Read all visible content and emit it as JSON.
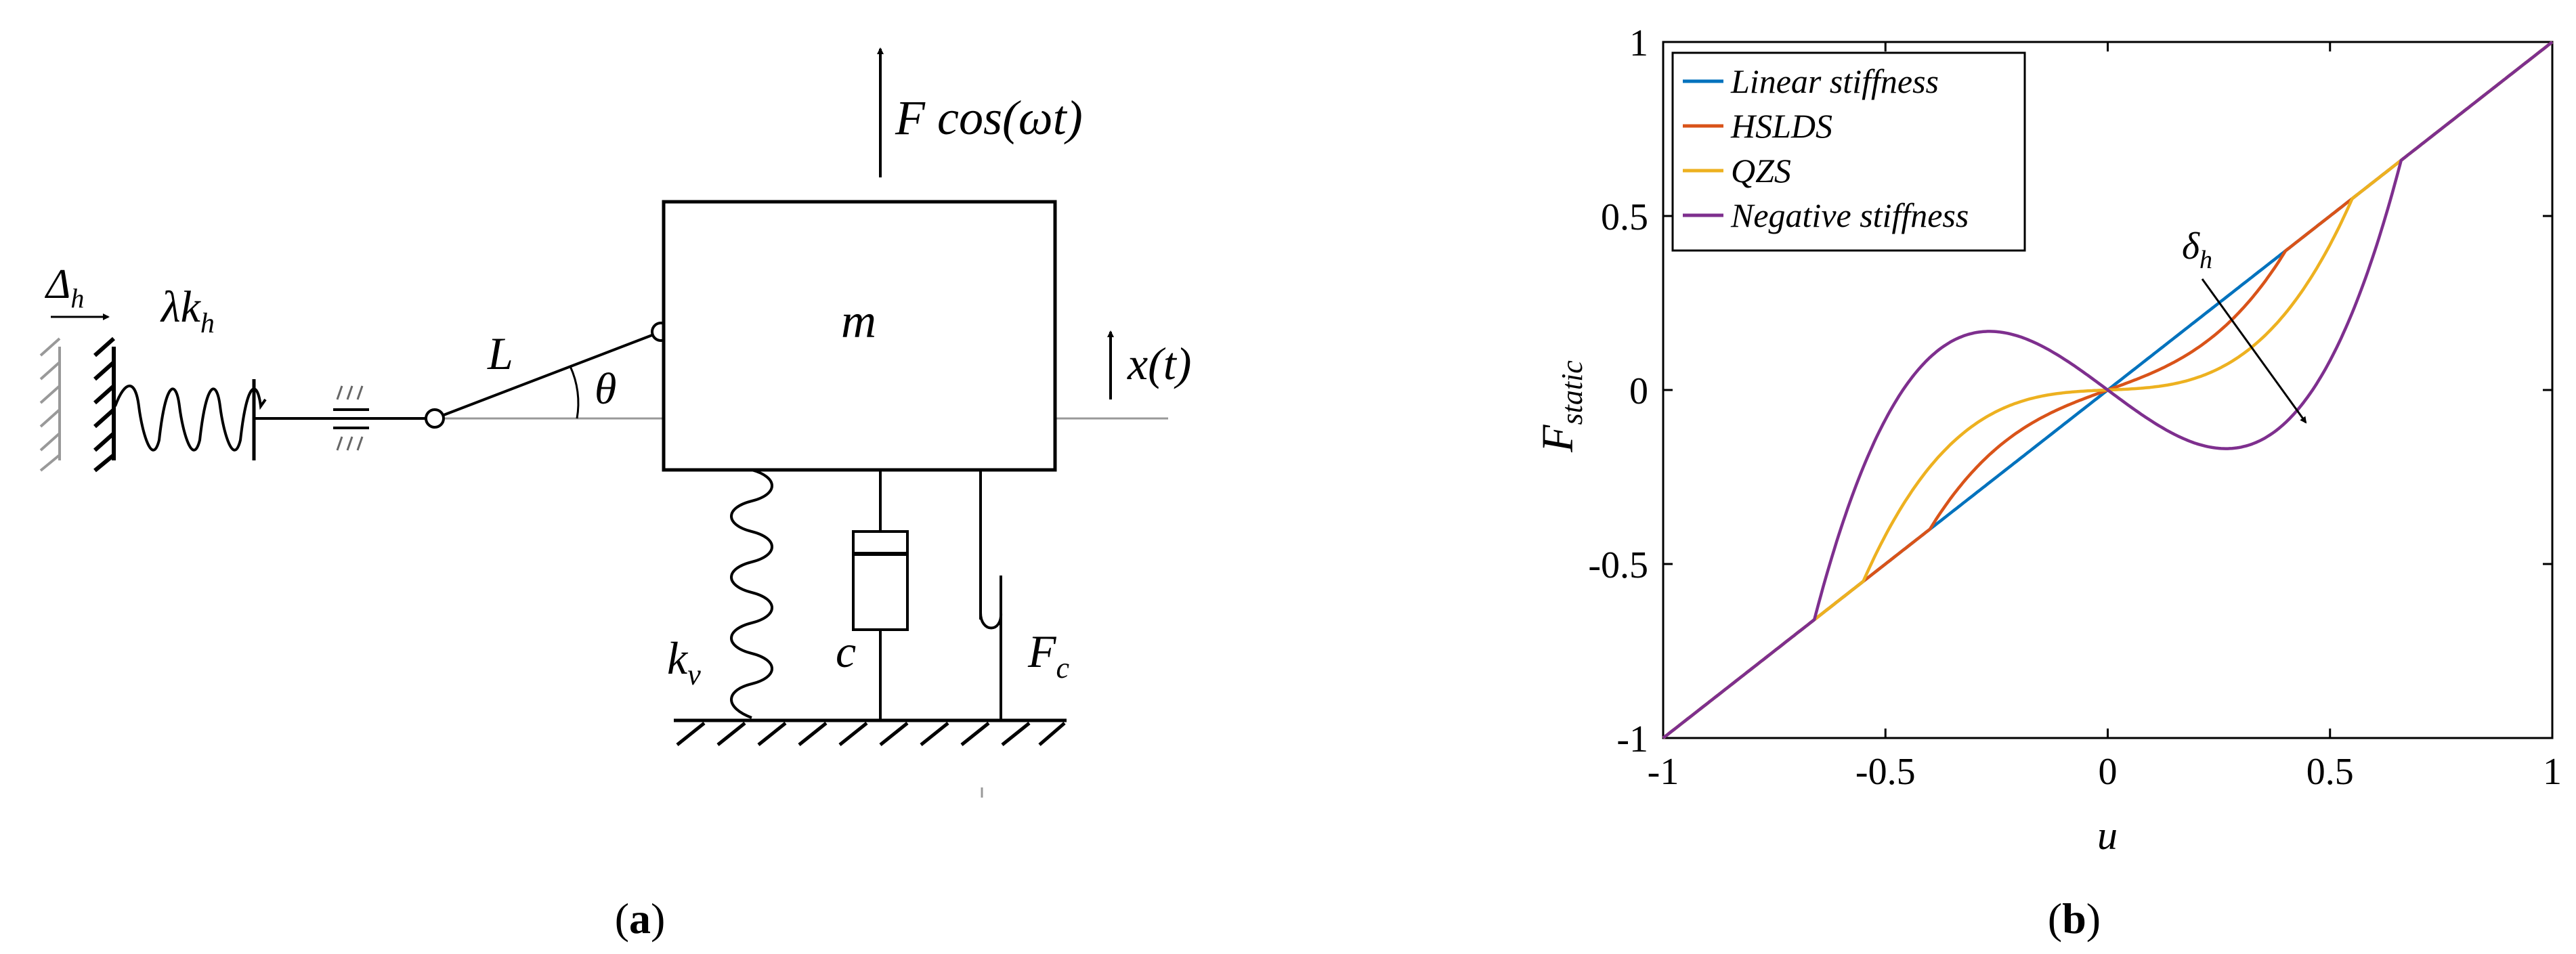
{
  "panel_a": {
    "force_label": "F cos(ωt)",
    "mass_label": "m",
    "link_label": "L",
    "angle_label": "θ",
    "displacement_label": "x(t)",
    "delta_symbol": "Δ",
    "delta_sub": "h",
    "spring_h_lambda": "λk",
    "spring_h_sub": "h",
    "spring_v_main": "k",
    "spring_v_sub": "v",
    "damper_label": "c",
    "friction_main": "F",
    "friction_sub": "c",
    "caption_open": "(",
    "caption_letter": "a",
    "caption_close": ")"
  },
  "panel_b": {
    "caption_open": "(",
    "caption_letter": "b",
    "caption_close": ")",
    "delta_main": "δ",
    "delta_sub": "h",
    "ylabel_main": "F",
    "ylabel_sub": "static",
    "xlabel": "u",
    "x_ticks": [
      "-1",
      "-0.5",
      "0",
      "0.5",
      "1"
    ],
    "y_ticks": [
      "1",
      "0.5",
      "0",
      "-0.5",
      "-1"
    ]
  },
  "chart_data": {
    "type": "line",
    "xlabel": "u",
    "ylabel": "F_static",
    "xlim": [
      -1,
      1
    ],
    "ylim": [
      -1,
      1
    ],
    "grid": false,
    "legend_position": "top-left",
    "annotation": "δ_h (arrow indicating increasing δ_h)",
    "series": [
      {
        "name": "Linear stiffness",
        "color": "#0072bd",
        "x": [
          -1,
          -0.5,
          0,
          0.5,
          1
        ],
        "y": [
          -1,
          -0.5,
          0,
          0.5,
          1
        ]
      },
      {
        "name": "HSLDS",
        "color": "#d95319",
        "x": [
          -1,
          -0.4,
          -0.2,
          0,
          0.2,
          0.4,
          1
        ],
        "y": [
          -1,
          -0.4,
          -0.15,
          0,
          0.15,
          0.4,
          1
        ]
      },
      {
        "name": "QZS",
        "color": "#edb120",
        "x": [
          -1,
          -0.55,
          -0.3,
          0,
          0.3,
          0.55,
          1
        ],
        "y": [
          -1,
          -0.55,
          -0.1,
          0,
          0.1,
          0.55,
          1
        ]
      },
      {
        "name": "Negative stiffness",
        "color": "#7e2f8e",
        "x": [
          -1,
          -0.66,
          -0.26,
          0,
          0.26,
          0.66,
          1
        ],
        "y": [
          -1,
          -0.66,
          0.085,
          0,
          -0.085,
          0.66,
          1
        ]
      }
    ]
  }
}
